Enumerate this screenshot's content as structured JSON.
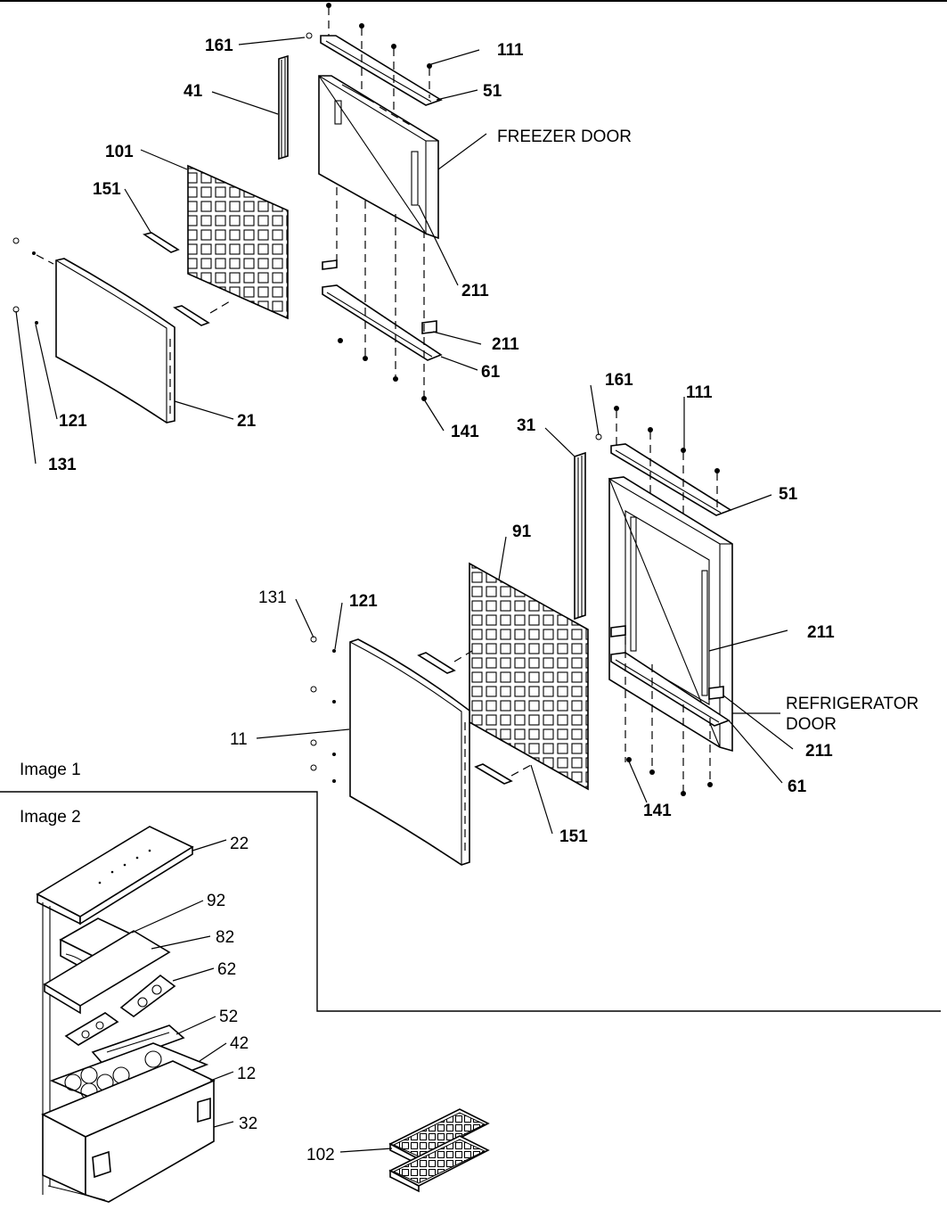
{
  "image_labels": {
    "image1": "Image 1",
    "image2": "Image 2"
  },
  "door_labels": {
    "freezer_door": "FREEZER DOOR",
    "refrigerator_door_line1": "REFRIGERATOR",
    "refrigerator_door_line2": "DOOR"
  },
  "callouts": {
    "freezer": {
      "n161": "161",
      "n111": "111",
      "n41": "41",
      "n51": "51",
      "n101": "101",
      "n151": "151",
      "n211a": "211",
      "n211b": "211",
      "n61": "61",
      "n121": "121",
      "n21": "21",
      "n141": "141",
      "n131": "131"
    },
    "refrigerator": {
      "n161": "161",
      "n111": "111",
      "n31": "31",
      "n51": "51",
      "n91": "91",
      "n131": "131",
      "n121": "121",
      "n211a": "211",
      "n11": "11",
      "n211b": "211",
      "n61": "61",
      "n141": "141",
      "n151": "151"
    },
    "image2": {
      "n22": "22",
      "n92": "92",
      "n82": "82",
      "n62": "62",
      "n52": "52",
      "n42": "42",
      "n12": "12",
      "n32": "32",
      "n102": "102"
    }
  }
}
